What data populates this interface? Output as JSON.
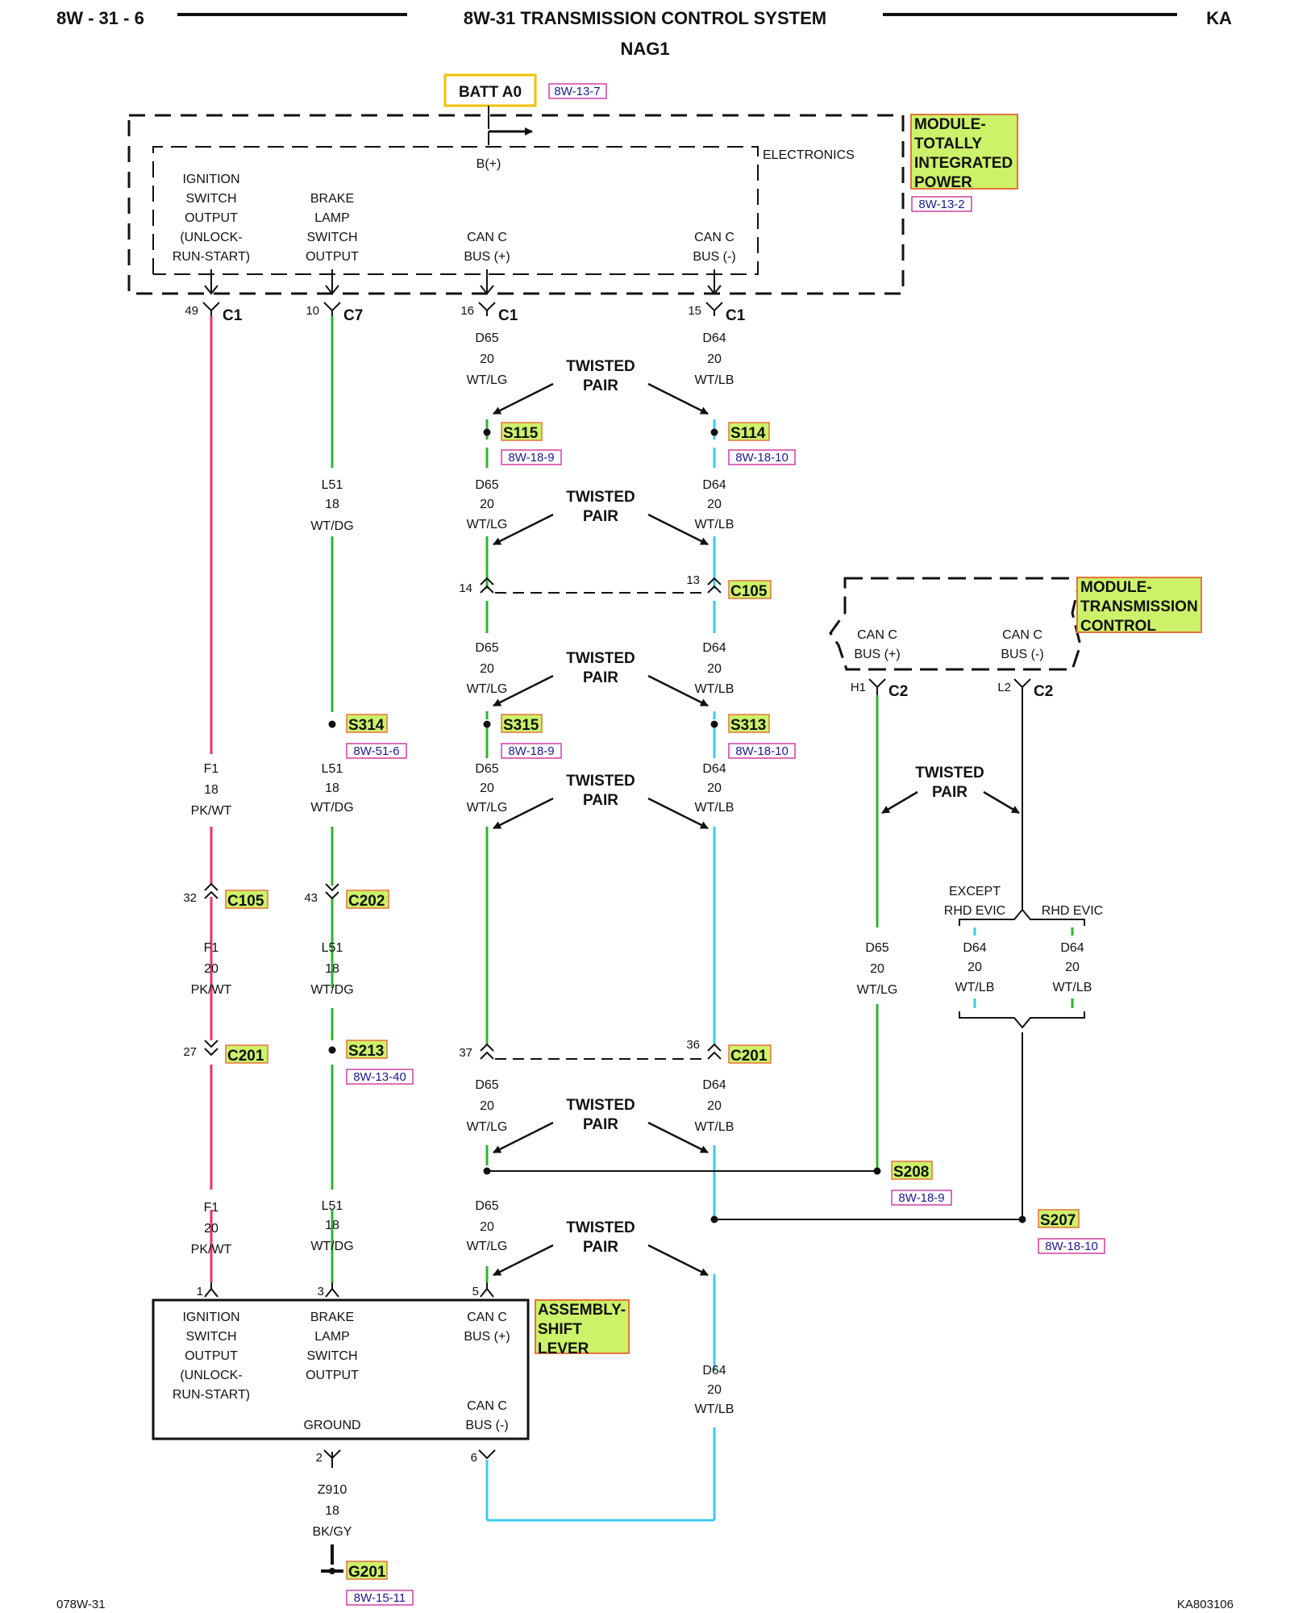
{
  "header": {
    "left": "8W - 31 - 6",
    "title": "8W-31 TRANSMISSION CONTROL SYSTEM",
    "subtitle": "NAG1",
    "right": "KA"
  },
  "footer": {
    "left": "078W-31",
    "right": "KA803106"
  },
  "colors": {
    "pink": "#e8336b",
    "green": "#2db52d",
    "cyan": "#3ecbe6",
    "highlight": "#ccf26a",
    "highlight_border": "#e8723a",
    "ref_border": "#d23ea0",
    "batt_border": "#f2c200"
  },
  "batt": {
    "label": "BATT A0",
    "ref": "8W-13-7"
  },
  "tipm": {
    "name": [
      "MODULE-",
      "TOTALLY",
      "INTEGRATED",
      "POWER"
    ],
    "ref": "8W-13-2",
    "electronics": "ELECTRONICS",
    "bplus": "B(+)",
    "functions": [
      [
        "IGNITION",
        "SWITCH",
        "OUTPUT",
        "(UNLOCK-",
        "RUN-START)"
      ],
      [
        "BRAKE",
        "LAMP",
        "SWITCH",
        "OUTPUT"
      ],
      [
        "CAN C",
        "BUS (+)"
      ],
      [
        "CAN C",
        "BUS (-)"
      ]
    ],
    "pins": [
      {
        "num": "49",
        "conn": "C1"
      },
      {
        "num": "10",
        "conn": "C7"
      },
      {
        "num": "16",
        "conn": "C1"
      },
      {
        "num": "15",
        "conn": "C1"
      }
    ]
  },
  "tcm": {
    "name": [
      "MODULE-",
      "TRANSMISSION",
      "CONTROL"
    ],
    "functions": [
      [
        "CAN C",
        "BUS (+)"
      ],
      [
        "CAN C",
        "BUS (-)"
      ]
    ],
    "pins": [
      {
        "num": "H1",
        "conn": "C2"
      },
      {
        "num": "L2",
        "conn": "C2"
      }
    ]
  },
  "shifter": {
    "name": [
      "ASSEMBLY-",
      "SHIFT",
      "LEVER"
    ],
    "functions": {
      "ign": [
        "IGNITION",
        "SWITCH",
        "OUTPUT",
        "(UNLOCK-",
        "RUN-START)"
      ],
      "brake": [
        "BRAKE",
        "LAMP",
        "SWITCH",
        "OUTPUT"
      ],
      "canp": [
        "CAN C",
        "BUS (+)"
      ],
      "ground": "GROUND",
      "canm": [
        "CAN C",
        "BUS (-)"
      ]
    },
    "pins": [
      "1",
      "3",
      "5",
      "2",
      "6"
    ]
  },
  "twisted_pair": [
    "TWISTED",
    "PAIR"
  ],
  "wires": {
    "d65": [
      "D65",
      "20",
      "WT/LG"
    ],
    "d64": [
      "D64",
      "20",
      "WT/LB"
    ],
    "l51": [
      "L51",
      "18",
      "WT/DG"
    ],
    "f1_18": [
      "F1",
      "18",
      "PK/WT"
    ],
    "f1_20": [
      "F1",
      "20",
      "PK/WT"
    ],
    "z910": [
      "Z910",
      "18",
      "BK/GY"
    ]
  },
  "splices": [
    {
      "id": "S115",
      "ref": "8W-18-9"
    },
    {
      "id": "S114",
      "ref": "8W-18-10"
    },
    {
      "id": "S314",
      "ref": "8W-51-6"
    },
    {
      "id": "S315",
      "ref": "8W-18-9"
    },
    {
      "id": "S313",
      "ref": "8W-18-10"
    },
    {
      "id": "S213",
      "ref": "8W-13-40"
    },
    {
      "id": "S208",
      "ref": "8W-18-9"
    },
    {
      "id": "S207",
      "ref": "8W-18-10"
    }
  ],
  "connectors": {
    "c105": {
      "id": "C105",
      "pins": [
        "14",
        "13",
        "32"
      ]
    },
    "c202": {
      "id": "C202",
      "pin": "43"
    },
    "c201": {
      "id": "C201",
      "pins": [
        "27",
        "37",
        "36"
      ]
    }
  },
  "ground": {
    "id": "G201",
    "ref": "8W-15-11"
  },
  "options": {
    "left": [
      "EXCEPT",
      "RHD EVIC"
    ],
    "right": "RHD EVIC"
  }
}
